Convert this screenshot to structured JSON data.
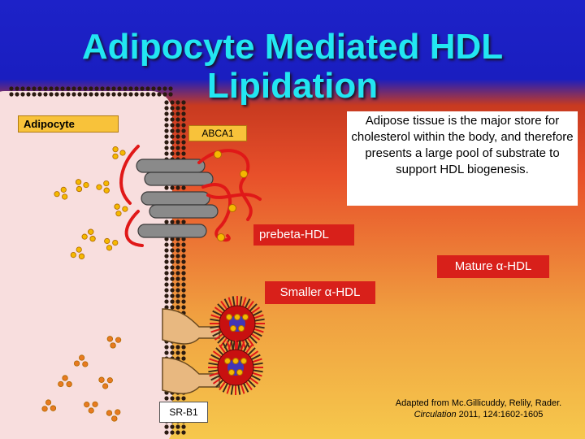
{
  "slide": {
    "title_line1": "Adipocyte Mediated HDL",
    "title_line2": "Lipidation",
    "labels": {
      "adipocyte": "Adipocyte",
      "abca1": "ABCA1",
      "prebeta_hdl": "prebeta-HDL",
      "mature_hdl": "Mature α-HDL",
      "smaller_hdl": "Smaller α-HDL",
      "srb1": "SR-B1"
    },
    "description": "Adipose tissue is the major store for cholesterol within the body, and therefore  presents a large pool of substrate to support HDL biogenesis.",
    "citation_line1": "Adapted from Mc.Gillicuddy, Relily, Rader.",
    "citation_journal": "Circulation",
    "citation_details": " 2011, 124:1602-1605"
  },
  "colors": {
    "title": "#22e6f2",
    "header_blue": "#1d22c8",
    "cell_pink": "#f8dede",
    "membrane_dot": "#2a1a10",
    "label_yellow": "#f8c23a",
    "label_red": "#d8201a",
    "lipid_yellow": "#f5b800",
    "apo_red": "#e01818"
  }
}
